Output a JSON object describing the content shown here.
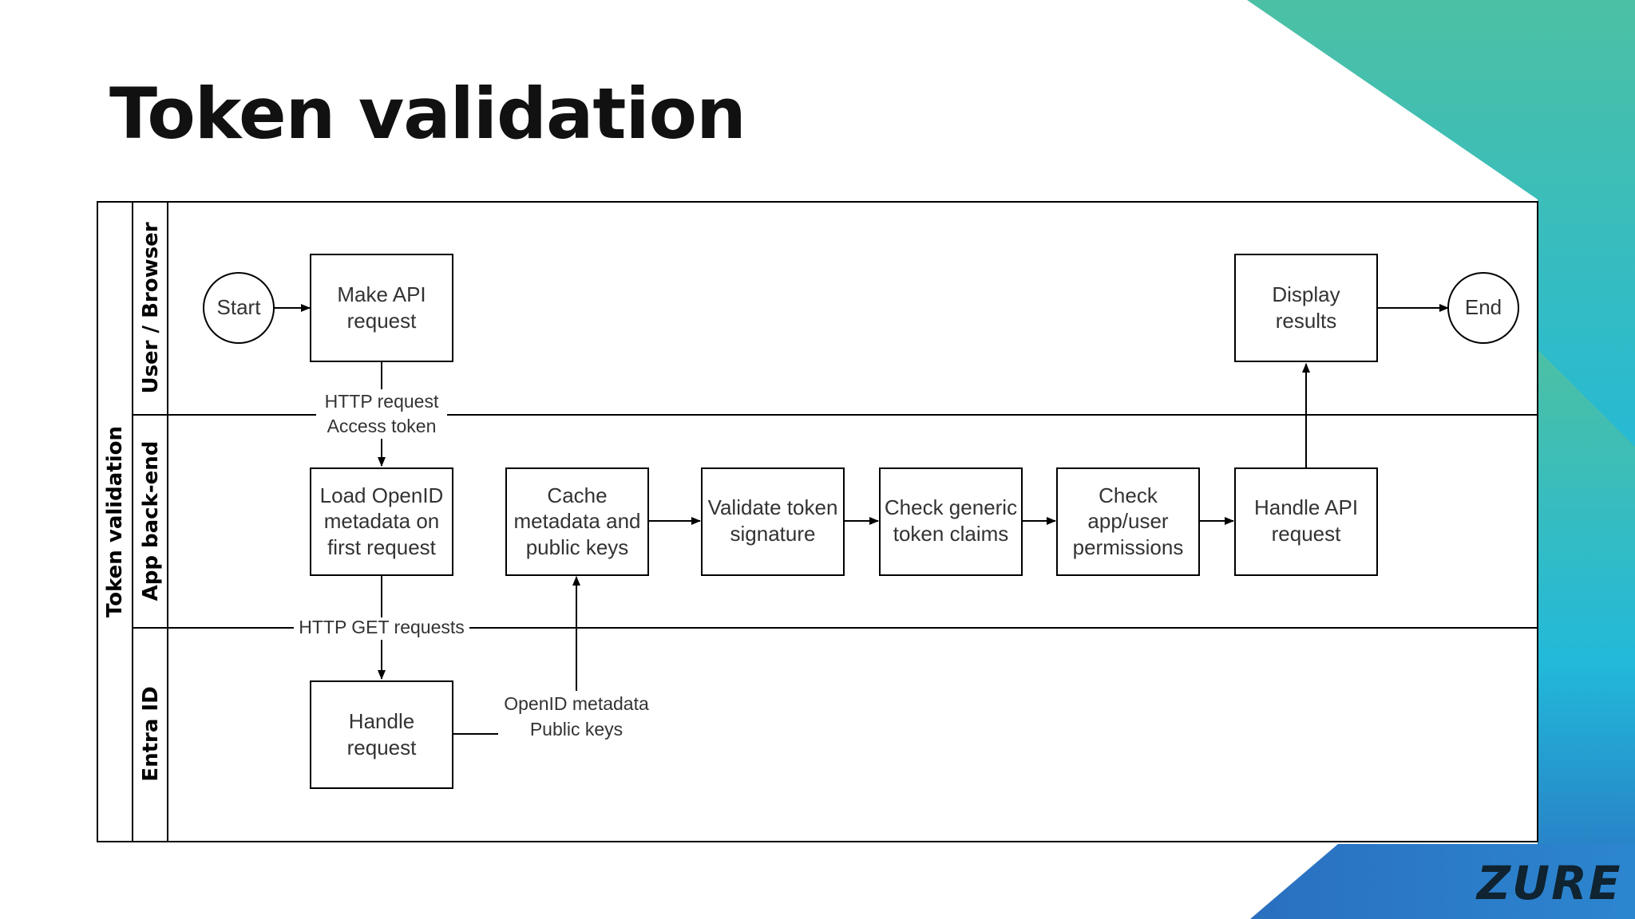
{
  "slide": {
    "title": "Token validation"
  },
  "pool": {
    "label": "Token validation",
    "lanes": [
      "User / Browser",
      "App back-end",
      "Entra ID"
    ]
  },
  "nodes": {
    "start": "Start",
    "make_api_request": [
      "Make API",
      "request"
    ],
    "display_results": [
      "Display",
      "results"
    ],
    "end": "End",
    "load_openid": [
      "Load OpenID",
      "metadata on",
      "first request"
    ],
    "cache_metadata": [
      "Cache",
      "metadata and",
      "public keys"
    ],
    "validate_signature": [
      "Validate token",
      "signature"
    ],
    "check_claims": [
      "Check generic",
      "token claims"
    ],
    "check_permissions": [
      "Check",
      "app/user",
      "permissions"
    ],
    "handle_api_request": [
      "Handle API",
      "request"
    ],
    "handle_request": [
      "Handle",
      "request"
    ]
  },
  "edge_labels": {
    "http_request": [
      "HTTP request",
      "Access token"
    ],
    "http_get": "HTTP GET requests",
    "openid_keys": [
      "OpenID metadata",
      "Public keys"
    ]
  },
  "brand": {
    "logo_text": "ZURE"
  },
  "colors": {
    "teal": "#4cc0a4",
    "cyan": "#22b9da",
    "blue": "#2a6fc0",
    "line": "#000000",
    "text": "#333333"
  }
}
